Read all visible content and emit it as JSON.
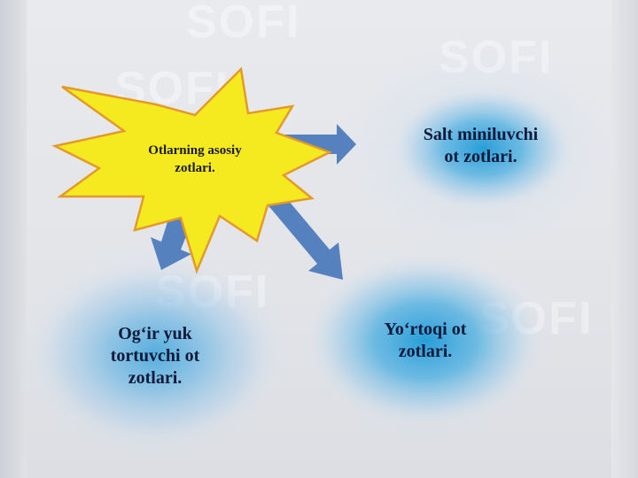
{
  "center": {
    "label_line1": "Otlarning asosiy",
    "label_line2": "zotlari."
  },
  "nodes": {
    "salt": {
      "line1": "Salt miniluvchi",
      "line2": "ot zotlari."
    },
    "ogir": {
      "line1": "Og‘ir yuk",
      "line2": "tortuvchi ot",
      "line3": "zotlari."
    },
    "yortoqi": {
      "line1": "Yo‘rtoqi ot",
      "line2": "zotlari."
    }
  },
  "watermark": "SOFI",
  "colors": {
    "star_fill": "#f5ea1f",
    "star_stroke": "#e39a2a",
    "arrow": "#4e7bbd",
    "glow_core": "#1f9bd7",
    "glow_mid": "#7cbde4"
  }
}
